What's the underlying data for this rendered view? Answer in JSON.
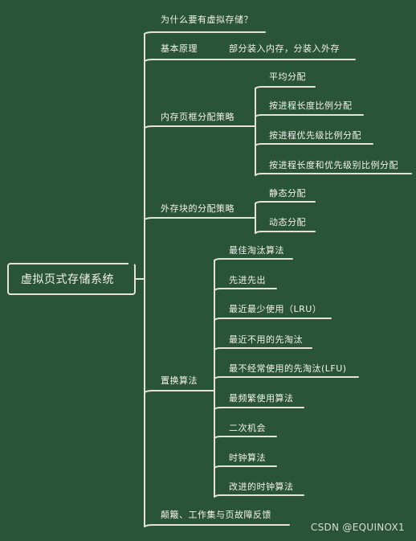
{
  "root": "虚拟页式存储系统",
  "branches": {
    "why": "为什么要有虚拟存储？",
    "basic": {
      "label": "基本原理",
      "detail": "部分装入内存，分装入外存"
    },
    "alloc": {
      "label": "内存页框分配策略",
      "items": [
        "平均分配",
        "按进程长度比例分配",
        "按进程优先级比例分配",
        "按进程长度和优先级别比例分配"
      ]
    },
    "swap": {
      "label": "外存块的分配策略",
      "items": [
        "静态分配",
        "动态分配"
      ]
    },
    "replace": {
      "label": "置换算法",
      "items": [
        "最佳淘汰算法",
        "先进先出",
        "最近最少使用（LRU）",
        "最近不用的先淘汰",
        "最不经常使用的先淘汰(LFU)",
        "最频繁使用算法",
        "二次机会",
        "时钟算法",
        "改进的时钟算法"
      ]
    },
    "thrash": "颠簸、工作集与页故障反馈"
  },
  "watermark": "CSDN @EQUINOX1"
}
